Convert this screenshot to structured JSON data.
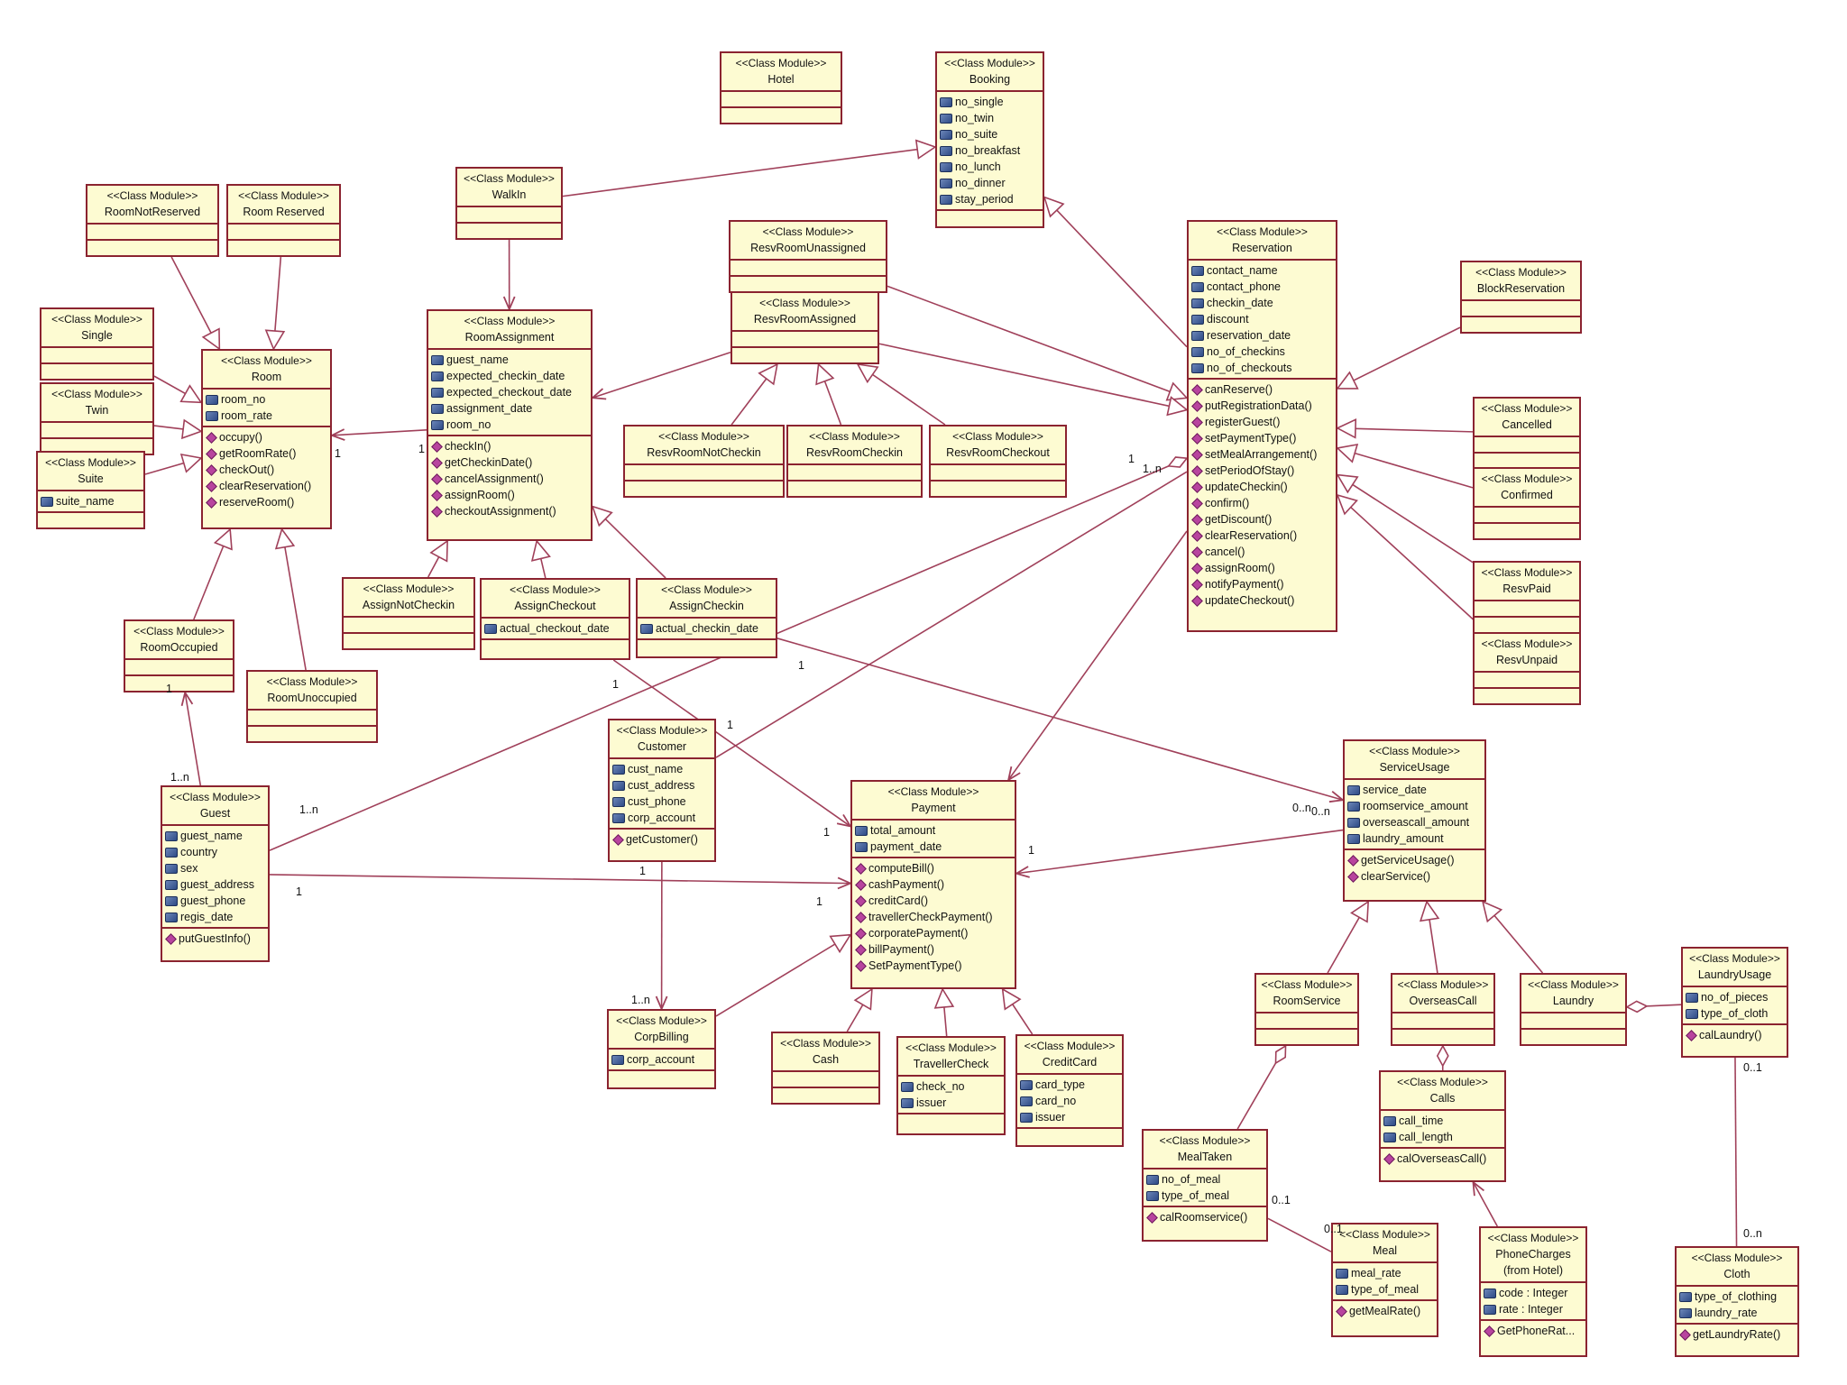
{
  "stereotype": "<<Class Module>>",
  "classes": [
    {
      "id": "hotel",
      "name": "Hotel",
      "attrs": [],
      "ops": []
    },
    {
      "id": "booking",
      "name": "Booking",
      "attrs": [
        "no_single",
        "no_twin",
        "no_suite",
        "no_breakfast",
        "no_lunch",
        "no_dinner",
        "stay_period"
      ],
      "ops": []
    },
    {
      "id": "walkin",
      "name": "WalkIn",
      "attrs": [],
      "ops": []
    },
    {
      "id": "roomnotreserved",
      "name": "RoomNotReserved",
      "attrs": [],
      "ops": []
    },
    {
      "id": "roomreserved",
      "name": "Room Reserved",
      "attrs": [],
      "ops": []
    },
    {
      "id": "single",
      "name": "Single",
      "attrs": [],
      "ops": []
    },
    {
      "id": "twin",
      "name": "Twin",
      "attrs": [],
      "ops": []
    },
    {
      "id": "suite",
      "name": "Suite",
      "attrs": [
        "suite_name"
      ],
      "ops": []
    },
    {
      "id": "room",
      "name": "Room",
      "attrs": [
        "room_no",
        "room_rate"
      ],
      "ops": [
        "occupy()",
        "getRoomRate()",
        "checkOut()",
        "clearReservation()",
        "reserveRoom()"
      ]
    },
    {
      "id": "roomassignment",
      "name": "RoomAssignment",
      "attrs": [
        "guest_name",
        "expected_checkin_date",
        "expected_checkout_date",
        "assignment_date",
        "room_no"
      ],
      "ops": [
        "checkIn()",
        "getCheckinDate()",
        "cancelAssignment()",
        "assignRoom()",
        "checkoutAssignment()"
      ]
    },
    {
      "id": "resvroomunassigned",
      "name": "ResvRoomUnassigned",
      "attrs": [],
      "ops": []
    },
    {
      "id": "resvroomassigned",
      "name": "ResvRoomAssigned",
      "attrs": [],
      "ops": []
    },
    {
      "id": "resvroomnotcheckin",
      "name": "ResvRoomNotCheckin",
      "attrs": [],
      "ops": []
    },
    {
      "id": "resvroomcheckin",
      "name": "ResvRoomCheckin",
      "attrs": [],
      "ops": []
    },
    {
      "id": "resvroomcheckout",
      "name": "ResvRoomCheckout",
      "attrs": [],
      "ops": []
    },
    {
      "id": "reservation",
      "name": "Reservation",
      "attrs": [
        "contact_name",
        "contact_phone",
        "checkin_date",
        "discount",
        "reservation_date",
        "no_of_checkins",
        "no_of_checkouts"
      ],
      "ops": [
        "canReserve()",
        "putRegistrationData()",
        "registerGuest()",
        "setPaymentType()",
        "setMealArrangement()",
        "setPeriodOfStay()",
        "updateCheckin()",
        "confirm()",
        "getDiscount()",
        "clearReservation()",
        "cancel()",
        "assignRoom()",
        "notifyPayment()",
        "updateCheckout()"
      ]
    },
    {
      "id": "blockreservation",
      "name": "BlockReservation",
      "attrs": [],
      "ops": []
    },
    {
      "id": "cancelled",
      "name": "Cancelled",
      "attrs": [],
      "ops": []
    },
    {
      "id": "confirmed",
      "name": "Confirmed",
      "attrs": [],
      "ops": []
    },
    {
      "id": "resvpaid",
      "name": "ResvPaid",
      "attrs": [],
      "ops": []
    },
    {
      "id": "resvunpaid",
      "name": "ResvUnpaid",
      "attrs": [],
      "ops": []
    },
    {
      "id": "assignnotcheckin",
      "name": "AssignNotCheckin",
      "attrs": [],
      "ops": []
    },
    {
      "id": "assigncheckout",
      "name": "AssignCheckout",
      "attrs": [
        "actual_checkout_date"
      ],
      "ops": []
    },
    {
      "id": "assigncheckin",
      "name": "AssignCheckin",
      "attrs": [
        "actual_checkin_date"
      ],
      "ops": []
    },
    {
      "id": "roomoccupied",
      "name": "RoomOccupied",
      "attrs": [],
      "ops": []
    },
    {
      "id": "roomunoccupied",
      "name": "RoomUnoccupied",
      "attrs": [],
      "ops": []
    },
    {
      "id": "customer",
      "name": "Customer",
      "attrs": [
        "cust_name",
        "cust_address",
        "cust_phone",
        "corp_account"
      ],
      "ops": [
        "getCustomer()"
      ]
    },
    {
      "id": "guest",
      "name": "Guest",
      "attrs": [
        "guest_name",
        "country",
        "sex",
        "guest_address",
        "guest_phone",
        "regis_date"
      ],
      "ops": [
        "putGuestInfo()"
      ]
    },
    {
      "id": "payment",
      "name": "Payment",
      "attrs": [
        "total_amount",
        "payment_date"
      ],
      "ops": [
        "computeBill()",
        "cashPayment()",
        "creditCard()",
        "travellerCheckPayment()",
        "corporatePayment()",
        "billPayment()",
        "SetPaymentType()"
      ]
    },
    {
      "id": "serviceusage",
      "name": "ServiceUsage",
      "attrs": [
        "service_date",
        "roomservice_amount",
        "overseascall_amount",
        "laundry_amount"
      ],
      "ops": [
        "getServiceUsage()",
        "clearService()"
      ]
    },
    {
      "id": "corpbilling",
      "name": "CorpBilling",
      "attrs": [
        "corp_account"
      ],
      "ops": []
    },
    {
      "id": "cash",
      "name": "Cash",
      "attrs": [],
      "ops": []
    },
    {
      "id": "travellercheck",
      "name": "TravellerCheck",
      "attrs": [
        "check_no",
        "issuer"
      ],
      "ops": []
    },
    {
      "id": "creditcard",
      "name": "CreditCard",
      "attrs": [
        "card_type",
        "card_no",
        "issuer"
      ],
      "ops": []
    },
    {
      "id": "roomservice",
      "name": "RoomService",
      "attrs": [],
      "ops": []
    },
    {
      "id": "overseascall",
      "name": "OverseasCall",
      "attrs": [],
      "ops": []
    },
    {
      "id": "laundry",
      "name": "Laundry",
      "attrs": [],
      "ops": []
    },
    {
      "id": "laundryusage",
      "name": "LaundryUsage",
      "attrs": [
        "no_of_pieces",
        "type_of_cloth"
      ],
      "ops": [
        "calLaundry()"
      ]
    },
    {
      "id": "calls",
      "name": "Calls",
      "attrs": [
        "call_time",
        "call_length"
      ],
      "ops": [
        "calOverseasCall()"
      ]
    },
    {
      "id": "mealtaken",
      "name": "MealTaken",
      "attrs": [
        "no_of_meal",
        "type_of_meal"
      ],
      "ops": [
        "calRoomservice()"
      ]
    },
    {
      "id": "meal",
      "name": "Meal",
      "attrs": [
        "meal_rate",
        "type_of_meal"
      ],
      "ops": [
        "getMealRate()"
      ]
    },
    {
      "id": "phonecharges",
      "name": "PhoneCharges\n(from Hotel)",
      "attrs": [
        "code : Integer",
        "rate : Integer"
      ],
      "ops": [
        "GetPhoneRat..."
      ]
    },
    {
      "id": "cloth",
      "name": "Cloth",
      "attrs": [
        "type_of_clothing",
        "laundry_rate"
      ],
      "ops": [
        "getLaundryRate()"
      ]
    }
  ],
  "edges": [
    {
      "from": "walkin",
      "to": "booking",
      "kind": "gen"
    },
    {
      "from": "reservation",
      "to": "booking",
      "kind": "gen"
    },
    {
      "from": "walkin",
      "to": "roomassignment",
      "kind": "arrow"
    },
    {
      "from": "roomnotreserved",
      "to": "room",
      "kind": "gen"
    },
    {
      "from": "roomreserved",
      "to": "room",
      "kind": "gen"
    },
    {
      "from": "single",
      "to": "room",
      "kind": "gen"
    },
    {
      "from": "twin",
      "to": "room",
      "kind": "gen"
    },
    {
      "from": "suite",
      "to": "room",
      "kind": "gen"
    },
    {
      "from": "roomoccupied",
      "to": "room",
      "kind": "gen"
    },
    {
      "from": "roomunoccupied",
      "to": "room",
      "kind": "gen"
    },
    {
      "from": "roomassignment",
      "to": "room",
      "kind": "arrow"
    },
    {
      "from": "resvroomassigned",
      "to": "roomassignment",
      "kind": "arrow"
    },
    {
      "from": "resvroomunassigned",
      "to": "reservation",
      "kind": "gen"
    },
    {
      "from": "resvroomassigned",
      "to": "reservation",
      "kind": "gen"
    },
    {
      "from": "resvroomnotcheckin",
      "to": "resvroomassigned",
      "kind": "gen"
    },
    {
      "from": "resvroomcheckin",
      "to": "resvroomassigned",
      "kind": "gen"
    },
    {
      "from": "resvroomcheckout",
      "to": "resvroomassigned",
      "kind": "gen"
    },
    {
      "from": "blockreservation",
      "to": "reservation",
      "kind": "gen"
    },
    {
      "from": "cancelled",
      "to": "reservation",
      "kind": "gen"
    },
    {
      "from": "confirmed",
      "to": "reservation",
      "kind": "gen"
    },
    {
      "from": "resvpaid",
      "to": "reservation",
      "kind": "gen"
    },
    {
      "from": "resvunpaid",
      "to": "reservation",
      "kind": "gen"
    },
    {
      "from": "assignnotcheckin",
      "to": "roomassignment",
      "kind": "gen"
    },
    {
      "from": "assigncheckout",
      "to": "roomassignment",
      "kind": "gen"
    },
    {
      "from": "assigncheckin",
      "to": "roomassignment",
      "kind": "gen"
    },
    {
      "from": "guest",
      "to": "roomoccupied",
      "kind": "arrow"
    },
    {
      "from": "guest",
      "to": "reservation",
      "kind": "agg"
    },
    {
      "from": "customer",
      "to": "reservation",
      "kind": "line"
    },
    {
      "from": "guest",
      "to": "payment",
      "kind": "arrow"
    },
    {
      "from": "assigncheckout",
      "to": "payment",
      "kind": "arrow"
    },
    {
      "from": "reservation",
      "to": "payment",
      "kind": "arrow"
    },
    {
      "from": "assigncheckin",
      "to": "serviceusage",
      "kind": "arrow"
    },
    {
      "from": "serviceusage",
      "to": "payment",
      "kind": "arrow"
    },
    {
      "from": "customer",
      "to": "corpbilling",
      "kind": "arrow"
    },
    {
      "from": "corpbilling",
      "to": "payment",
      "kind": "gen"
    },
    {
      "from": "cash",
      "to": "payment",
      "kind": "gen"
    },
    {
      "from": "travellercheck",
      "to": "payment",
      "kind": "gen"
    },
    {
      "from": "creditcard",
      "to": "payment",
      "kind": "gen"
    },
    {
      "from": "roomservice",
      "to": "serviceusage",
      "kind": "gen"
    },
    {
      "from": "overseascall",
      "to": "serviceusage",
      "kind": "gen"
    },
    {
      "from": "laundry",
      "to": "serviceusage",
      "kind": "gen"
    },
    {
      "from": "laundryusage",
      "to": "laundry",
      "kind": "agg"
    },
    {
      "from": "mealtaken",
      "to": "roomservice",
      "kind": "agg"
    },
    {
      "from": "calls",
      "to": "overseascall",
      "kind": "agg"
    },
    {
      "from": "phonecharges",
      "to": "calls",
      "kind": "arrow"
    },
    {
      "from": "mealtaken",
      "to": "meal",
      "kind": "line"
    },
    {
      "from": "cloth",
      "to": "laundryusage",
      "kind": "line"
    }
  ],
  "multiplicities": [
    {
      "text": "1",
      "near": "room-left"
    },
    {
      "text": "1",
      "near": "roomassignment-left"
    },
    {
      "text": "1",
      "near": "roomoccupied"
    },
    {
      "text": "1..n",
      "near": "guest-top"
    },
    {
      "text": "1..n",
      "near": "guest-right"
    },
    {
      "text": "1",
      "near": "guest-payment"
    },
    {
      "text": "1",
      "near": "reservation-agg"
    },
    {
      "text": "1..n",
      "near": "reservation-agg-2"
    },
    {
      "text": "1",
      "near": "assigncheckout"
    },
    {
      "text": "1",
      "near": "assigncheckin"
    },
    {
      "text": "1",
      "near": "customer-top"
    },
    {
      "text": "1",
      "near": "customer-bottom"
    },
    {
      "text": "1..n",
      "near": "corpbilling-top"
    },
    {
      "text": "1",
      "near": "payment-top"
    },
    {
      "text": "1",
      "near": "payment-left"
    },
    {
      "text": "1",
      "near": "payment-right"
    },
    {
      "text": "0..n",
      "near": "serviceusage-left"
    },
    {
      "text": "0..n",
      "near": "serviceusage-left-2"
    },
    {
      "text": "0..1",
      "near": "mealtaken"
    },
    {
      "text": "0..1",
      "near": "meal"
    },
    {
      "text": "0..1",
      "near": "laundryusage"
    },
    {
      "text": "0..n",
      "near": "cloth"
    }
  ],
  "colors": {
    "box_fill": "#fdfbd2",
    "box_border": "#8b2330",
    "line": "#a0405a",
    "attr_icon": "#2e4b86",
    "op_icon": "#b8449e"
  }
}
